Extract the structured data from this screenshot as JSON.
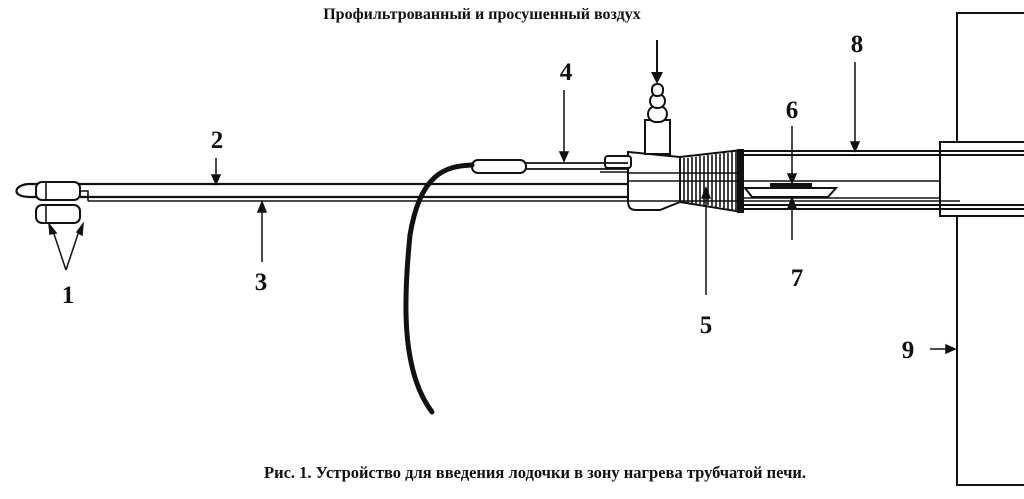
{
  "header": {
    "air_label": "Профильтрованный и просушенный воздух"
  },
  "caption": "Рис. 1. Устройство для введения лодочки в зону нагрева трубчатой печи.",
  "labels": {
    "l1": "1",
    "l2": "2",
    "l3": "3",
    "l4": "4",
    "l5": "5",
    "l6": "6",
    "l7": "7",
    "l8": "8",
    "l9": "9"
  }
}
